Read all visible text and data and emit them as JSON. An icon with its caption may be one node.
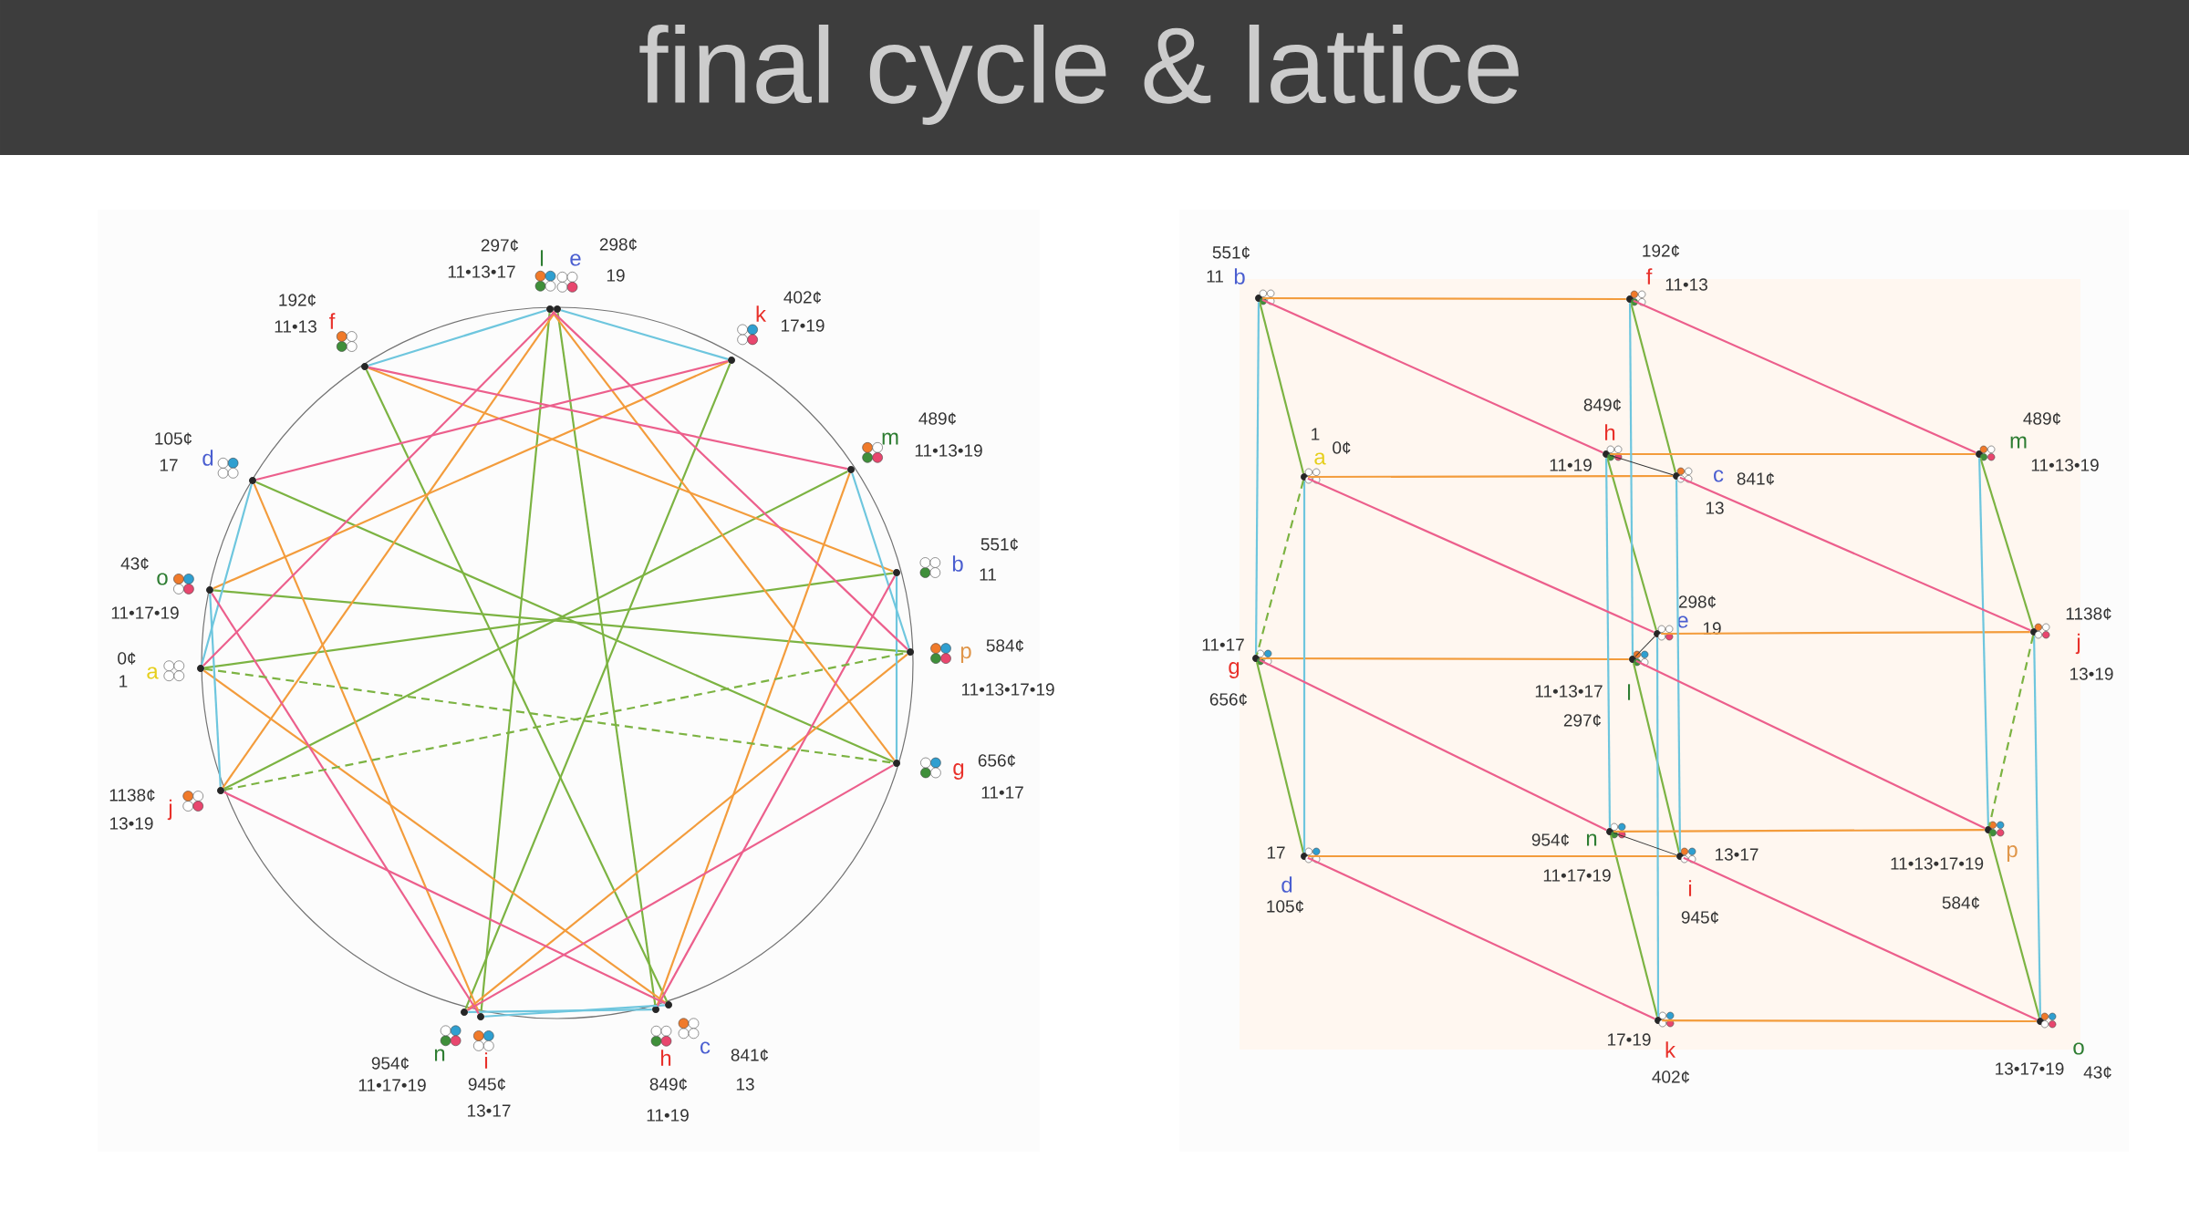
{
  "diagram": {
    "title": "final cycle & lattice",
    "nodes": [
      {
        "text": [
          "a"
        ],
        "beside": [
          "0¢",
          "1"
        ]
      },
      {
        "text": [
          "b"
        ],
        "beside": [
          "551¢",
          "11"
        ]
      },
      {
        "text": [
          "c"
        ],
        "beside": [
          "841¢",
          "13"
        ]
      },
      {
        "text": [
          "d"
        ],
        "beside": [
          "105¢",
          "17"
        ]
      },
      {
        "text": [
          "e"
        ],
        "beside": [
          "298¢",
          "19"
        ]
      },
      {
        "text": [
          "f"
        ],
        "beside": [
          "192¢",
          "11•13"
        ]
      },
      {
        "text": [
          "g"
        ],
        "beside": [
          "656¢",
          "11•17"
        ]
      },
      {
        "text": [
          "h"
        ],
        "beside": [
          "849¢",
          "11•19"
        ]
      },
      {
        "text": [
          "i"
        ],
        "beside": [
          "945¢",
          "13•17"
        ]
      },
      {
        "text": [
          "j"
        ],
        "beside": [
          "1138¢",
          "13•19"
        ]
      },
      {
        "text": [
          "k"
        ],
        "beside": [
          "402¢",
          "17•19"
        ]
      },
      {
        "text": [
          "l"
        ],
        "beside": [
          "297¢",
          "11•13•17"
        ]
      },
      {
        "text": [
          "m"
        ],
        "beside": [
          "489¢",
          "11•13•19"
        ]
      },
      {
        "text": [
          "n"
        ],
        "beside": [
          "954¢",
          "11•17•19"
        ]
      },
      {
        "text": [
          "o"
        ],
        "beside": [
          "43¢",
          "11•17•19"
        ]
      },
      {
        "text": [
          "p"
        ],
        "beside": [
          "584¢",
          "11•13•17•19"
        ]
      },
      {
        "text": [
          "a"
        ],
        "beside": [
          "0¢",
          "1"
        ]
      },
      {
        "text": [
          "b"
        ],
        "beside": [
          "551¢",
          "11"
        ]
      },
      {
        "text": [
          "c"
        ],
        "beside": [
          "841¢",
          "13"
        ]
      },
      {
        "text": [
          "d"
        ],
        "beside": [
          "105¢",
          "17"
        ]
      },
      {
        "text": [
          "e"
        ],
        "beside": [
          "298¢",
          "19"
        ]
      },
      {
        "text": [
          "f"
        ],
        "beside": [
          "192¢",
          "11•13"
        ]
      },
      {
        "text": [
          "g"
        ],
        "beside": [
          "656¢",
          "11•17"
        ]
      },
      {
        "text": [
          "h"
        ],
        "beside": [
          "849¢",
          "11•19"
        ]
      },
      {
        "text": [
          "i"
        ],
        "beside": [
          "945¢",
          "13•17"
        ]
      },
      {
        "text": [
          "j"
        ],
        "beside": [
          "1138¢",
          "13•19"
        ]
      },
      {
        "text": [
          "k"
        ],
        "beside": [
          "402¢",
          "17•19"
        ]
      },
      {
        "text": [
          "l"
        ],
        "beside": [
          "297¢",
          "11•13•17"
        ]
      },
      {
        "text": [
          "m"
        ],
        "beside": [
          "489¢",
          "11•13•19"
        ]
      },
      {
        "text": [
          "n"
        ],
        "beside": [
          "954¢",
          "11•17•19"
        ]
      },
      {
        "text": [
          "o"
        ],
        "beside": [
          "43¢",
          "13•17•19"
        ]
      },
      {
        "text": [
          "p"
        ],
        "beside": [
          "584¢",
          "11•13•17•19"
        ]
      }
    ],
    "edges": [
      {
        "from": 0,
        "to": 1,
        "arrow": "none",
        "color": "#7cb342"
      },
      {
        "from": 2,
        "to": 5,
        "arrow": "none",
        "color": "#7cb342"
      },
      {
        "from": 3,
        "to": 6,
        "arrow": "none",
        "color": "#7cb342"
      },
      {
        "from": 4,
        "to": 7,
        "arrow": "none",
        "color": "#7cb342"
      },
      {
        "from": 8,
        "to": 11,
        "arrow": "none",
        "color": "#7cb342"
      },
      {
        "from": 9,
        "to": 12,
        "arrow": "none",
        "color": "#7cb342"
      },
      {
        "from": 10,
        "to": 13,
        "arrow": "none",
        "color": "#7cb342"
      },
      {
        "from": 14,
        "to": 15,
        "arrow": "none",
        "color": "#7cb342"
      },
      {
        "from": 0,
        "to": 2,
        "arrow": "none",
        "color": "#f39c3c"
      },
      {
        "from": 1,
        "to": 5,
        "arrow": "none",
        "color": "#f39c3c"
      },
      {
        "from": 3,
        "to": 8,
        "arrow": "none",
        "color": "#f39c3c"
      },
      {
        "from": 4,
        "to": 9,
        "arrow": "none",
        "color": "#f39c3c"
      },
      {
        "from": 6,
        "to": 11,
        "arrow": "none",
        "color": "#f39c3c"
      },
      {
        "from": 7,
        "to": 12,
        "arrow": "none",
        "color": "#f39c3c"
      },
      {
        "from": 10,
        "to": 14,
        "arrow": "none",
        "color": "#f39c3c"
      },
      {
        "from": 13,
        "to": 15,
        "arrow": "none",
        "color": "#f39c3c"
      },
      {
        "from": 0,
        "to": 3,
        "arrow": "none",
        "color": "#6ec6de"
      },
      {
        "from": 1,
        "to": 6,
        "arrow": "none",
        "color": "#6ec6de"
      },
      {
        "from": 2,
        "to": 8,
        "arrow": "none",
        "color": "#6ec6de"
      },
      {
        "from": 4,
        "to": 10,
        "arrow": "none",
        "color": "#6ec6de"
      },
      {
        "from": 5,
        "to": 11,
        "arrow": "none",
        "color": "#6ec6de"
      },
      {
        "from": 7,
        "to": 13,
        "arrow": "none",
        "color": "#6ec6de"
      },
      {
        "from": 9,
        "to": 14,
        "arrow": "none",
        "color": "#6ec6de"
      },
      {
        "from": 12,
        "to": 15,
        "arrow": "none",
        "color": "#6ec6de"
      },
      {
        "from": 0,
        "to": 4,
        "arrow": "none",
        "color": "#ec5f8c"
      },
      {
        "from": 1,
        "to": 7,
        "arrow": "none",
        "color": "#ec5f8c"
      },
      {
        "from": 2,
        "to": 9,
        "arrow": "none",
        "color": "#ec5f8c"
      },
      {
        "from": 3,
        "to": 10,
        "arrow": "none",
        "color": "#ec5f8c"
      },
      {
        "from": 5,
        "to": 12,
        "arrow": "none",
        "color": "#ec5f8c"
      },
      {
        "from": 6,
        "to": 13,
        "arrow": "none",
        "color": "#ec5f8c"
      },
      {
        "from": 8,
        "to": 14,
        "arrow": "none",
        "color": "#ec5f8c"
      },
      {
        "from": 11,
        "to": 15,
        "arrow": "none",
        "color": "#ec5f8c"
      },
      {
        "from": 0,
        "to": 6,
        "arrow": "none",
        "style": "dashed",
        "color": "#7cb342"
      },
      {
        "from": 9,
        "to": 15,
        "arrow": "none",
        "style": "dashed",
        "color": "#7cb342"
      },
      {
        "from": 16,
        "to": 17,
        "arrow": "none",
        "color": "#7cb342"
      },
      {
        "from": 18,
        "to": 21,
        "arrow": "none",
        "color": "#7cb342"
      },
      {
        "from": 19,
        "to": 22,
        "arrow": "none",
        "color": "#7cb342"
      },
      {
        "from": 20,
        "to": 23,
        "arrow": "none",
        "color": "#7cb342"
      },
      {
        "from": 24,
        "to": 27,
        "arrow": "none",
        "color": "#7cb342"
      },
      {
        "from": 25,
        "to": 28,
        "arrow": "none",
        "color": "#7cb342"
      },
      {
        "from": 26,
        "to": 29,
        "arrow": "none",
        "color": "#7cb342"
      },
      {
        "from": 30,
        "to": 31,
        "arrow": "none",
        "color": "#7cb342"
      },
      {
        "from": 16,
        "to": 18,
        "arrow": "none",
        "color": "#f39c3c"
      },
      {
        "from": 17,
        "to": 21,
        "arrow": "none",
        "color": "#f39c3c"
      },
      {
        "from": 19,
        "to": 24,
        "arrow": "none",
        "color": "#f39c3c"
      },
      {
        "from": 20,
        "to": 25,
        "arrow": "none",
        "color": "#f39c3c"
      },
      {
        "from": 22,
        "to": 27,
        "arrow": "none",
        "color": "#f39c3c"
      },
      {
        "from": 23,
        "to": 28,
        "arrow": "none",
        "color": "#f39c3c"
      },
      {
        "from": 26,
        "to": 30,
        "arrow": "none",
        "color": "#f39c3c"
      },
      {
        "from": 29,
        "to": 31,
        "arrow": "none",
        "color": "#f39c3c"
      },
      {
        "from": 16,
        "to": 19,
        "arrow": "none",
        "color": "#6ec6de"
      },
      {
        "from": 17,
        "to": 22,
        "arrow": "none",
        "color": "#6ec6de"
      },
      {
        "from": 18,
        "to": 24,
        "arrow": "none",
        "color": "#6ec6de"
      },
      {
        "from": 20,
        "to": 26,
        "arrow": "none",
        "color": "#6ec6de"
      },
      {
        "from": 21,
        "to": 27,
        "arrow": "none",
        "color": "#6ec6de"
      },
      {
        "from": 23,
        "to": 29,
        "arrow": "none",
        "color": "#6ec6de"
      },
      {
        "from": 25,
        "to": 30,
        "arrow": "none",
        "color": "#6ec6de"
      },
      {
        "from": 28,
        "to": 31,
        "arrow": "none",
        "color": "#6ec6de"
      },
      {
        "from": 16,
        "to": 20,
        "arrow": "none",
        "color": "#ec5f8c"
      },
      {
        "from": 17,
        "to": 23,
        "arrow": "none",
        "color": "#ec5f8c"
      },
      {
        "from": 18,
        "to": 25,
        "arrow": "none",
        "color": "#ec5f8c"
      },
      {
        "from": 19,
        "to": 26,
        "arrow": "none",
        "color": "#ec5f8c"
      },
      {
        "from": 21,
        "to": 28,
        "arrow": "none",
        "color": "#ec5f8c"
      },
      {
        "from": 22,
        "to": 29,
        "arrow": "none",
        "color": "#ec5f8c"
      },
      {
        "from": 24,
        "to": 30,
        "arrow": "none",
        "color": "#ec5f8c"
      },
      {
        "from": 27,
        "to": 31,
        "arrow": "none",
        "color": "#ec5f8c"
      },
      {
        "from": 16,
        "to": 22,
        "arrow": "none",
        "style": "dashed",
        "color": "#7cb342"
      },
      {
        "from": 25,
        "to": 31,
        "arrow": "none",
        "style": "dashed",
        "color": "#7cb342"
      },
      {
        "from": 23,
        "to": 18,
        "arrow": "none",
        "color": "#333333"
      },
      {
        "from": 27,
        "to": 20,
        "arrow": "none",
        "color": "#333333"
      },
      {
        "from": 29,
        "to": 24,
        "arrow": "none",
        "color": "#333333"
      }
    ]
  }
}
